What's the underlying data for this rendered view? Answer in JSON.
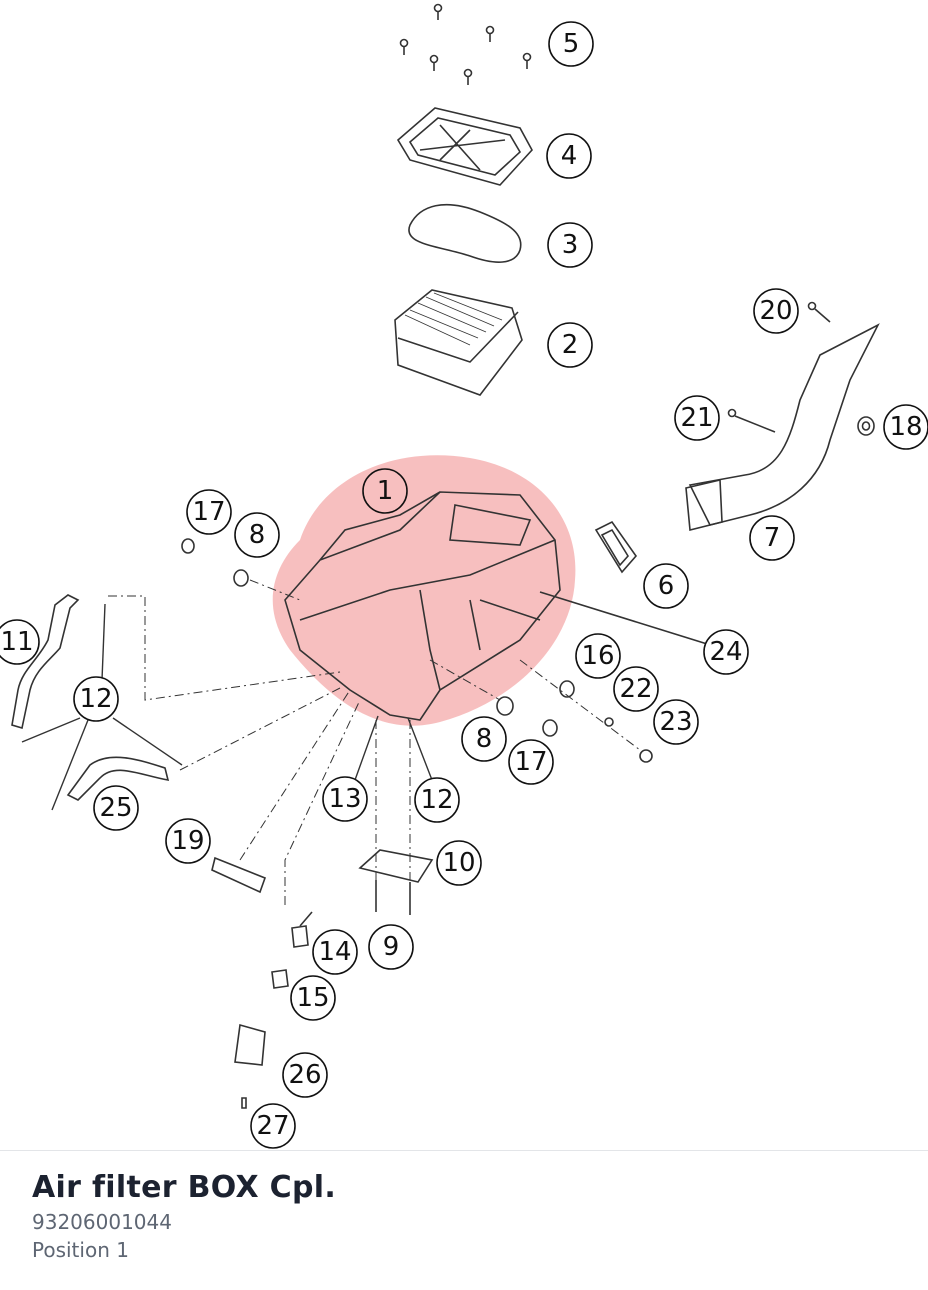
{
  "part": {
    "name": "Air filter BOX Cpl.",
    "number": "93206001044",
    "position": "Position 1"
  },
  "diagram": {
    "highlight_color": "#f08a8a",
    "callouts": [
      "1",
      "2",
      "3",
      "4",
      "5",
      "6",
      "7",
      "8",
      "8",
      "9",
      "10",
      "11",
      "12",
      "12",
      "13",
      "14",
      "15",
      "16",
      "17",
      "17",
      "18",
      "19",
      "20",
      "21",
      "22",
      "23",
      "24",
      "25",
      "26",
      "27"
    ]
  }
}
